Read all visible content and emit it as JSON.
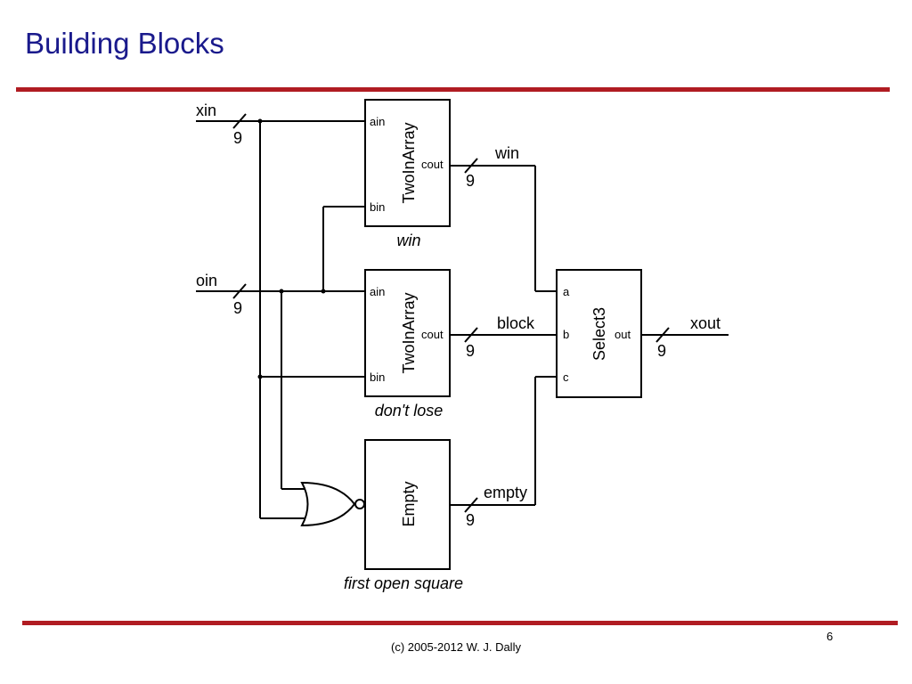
{
  "slide": {
    "title": "Building Blocks",
    "footer": "(c) 2005-2012 W. J. Dally",
    "page_number": "6"
  },
  "colors": {
    "title": "#1a1a8c",
    "rule": "#b01c22",
    "wire": "#000000"
  },
  "diagram": {
    "signals": {
      "xin": "xin",
      "oin": "oin",
      "win": "win",
      "block": "block",
      "empty": "empty",
      "xout": "xout"
    },
    "bus_width": "9",
    "modules": {
      "win_block": {
        "name": "TwoInArray",
        "instance": "win",
        "ports": {
          "ain": "ain",
          "bin": "bin",
          "cout": "cout"
        }
      },
      "lose_block": {
        "name": "TwoInArray",
        "instance": "don't lose",
        "ports": {
          "ain": "ain",
          "bin": "bin",
          "cout": "cout"
        }
      },
      "empty_block": {
        "name": "Empty",
        "instance": "first open square"
      },
      "select_block": {
        "name": "Select3",
        "ports": {
          "a": "a",
          "b": "b",
          "c": "c",
          "out": "out"
        }
      }
    },
    "gate": "nor-gate-icon"
  }
}
